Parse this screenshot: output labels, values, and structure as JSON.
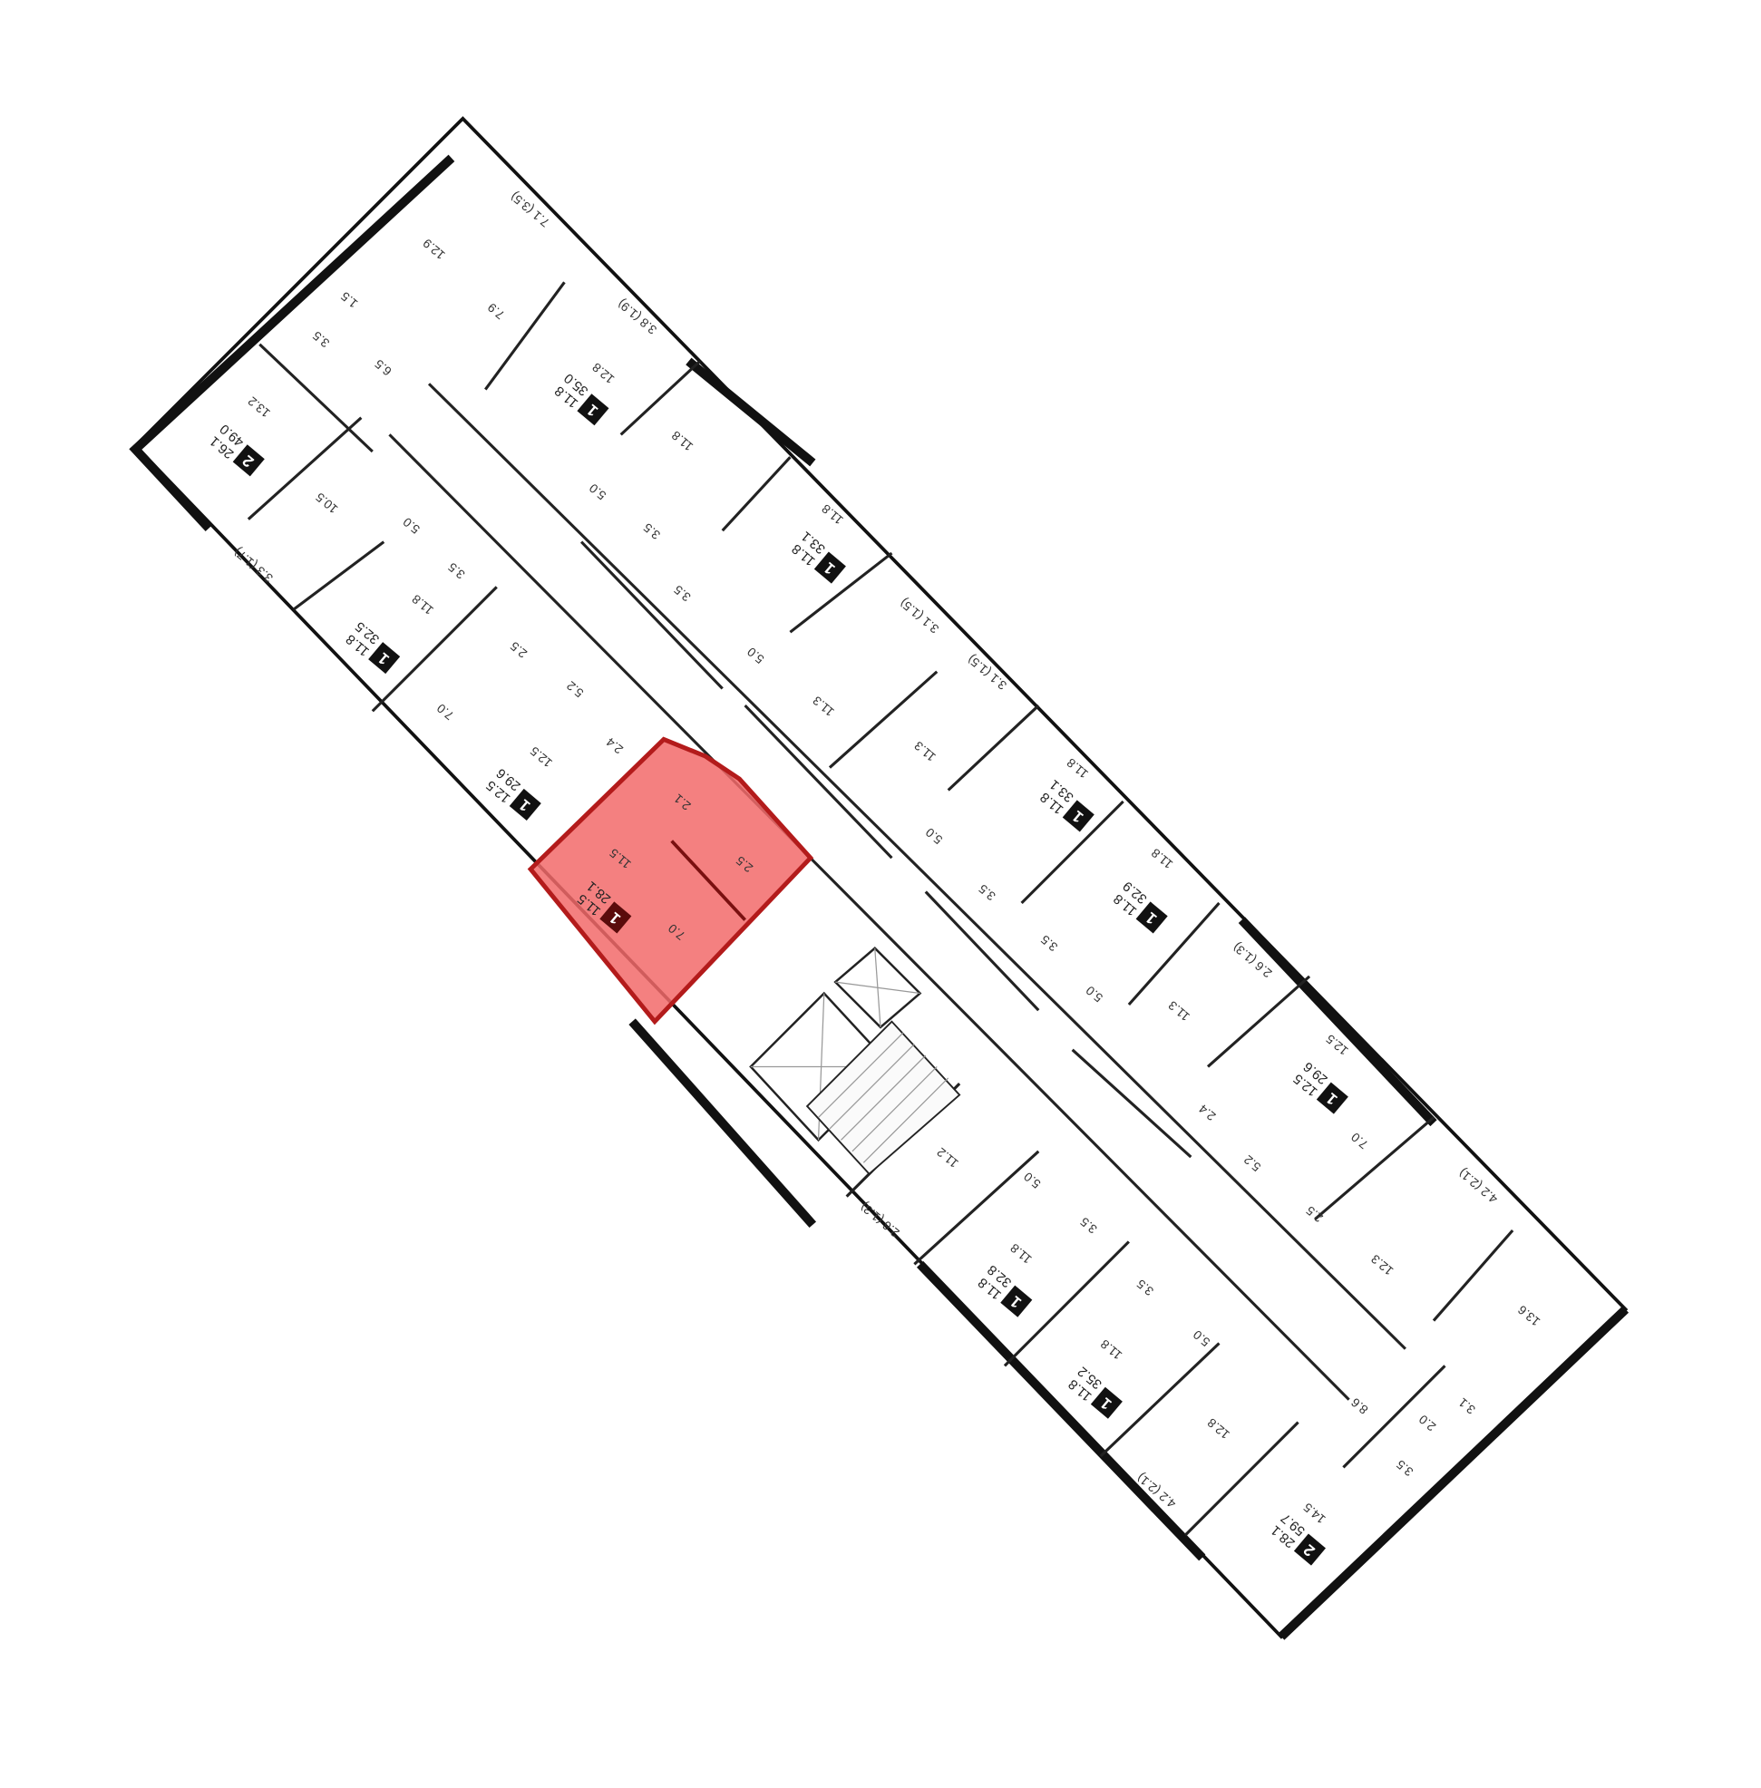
{
  "highlight_color": "#f26a6a",
  "apartments": [
    {
      "rooms": "2",
      "living": "26.1",
      "total": "49.0",
      "areas": [
        "13.2",
        "3.5",
        "1.5",
        "6.5",
        "12.9",
        "7.9",
        "7.1 (3.5)"
      ]
    },
    {
      "rooms": "1",
      "living": "11.8",
      "total": "35.0",
      "areas": [
        "12.8",
        "3.8 (1.9)"
      ]
    },
    {
      "rooms": "1",
      "living": "11.8",
      "total": "33.1",
      "areas": [
        "11.8",
        "11.8",
        "3.5",
        "5.0",
        "3.5",
        "5.0"
      ]
    },
    {
      "rooms": "1",
      "living": "11.8",
      "total": "32.5",
      "areas": [
        "10.5",
        "5.0",
        "3.5",
        "11.8",
        "3.3 (1.7)"
      ]
    },
    {
      "rooms": "1",
      "living": "12.5",
      "total": "29.6",
      "areas": [
        "7.0",
        "12.5",
        "2.5",
        "5.2",
        "2.4"
      ]
    },
    {
      "rooms": "1",
      "living": "11.5",
      "total": "28.1",
      "areas": [
        "11.5",
        "2.1",
        "2.5",
        "7.0"
      ],
      "highlighted": true
    },
    {
      "rooms": "1",
      "living": "11.8",
      "total": "33.1",
      "areas": [
        "11.3",
        "3.1 (1.5)",
        "11.3",
        "3.1 (1.5)",
        "11.8",
        "5.0",
        "3.5"
      ]
    },
    {
      "rooms": "1",
      "living": "11.8",
      "total": "32.9",
      "areas": [
        "11.8",
        "3.5",
        "5.0",
        "11.3",
        "2.6 (1.3)"
      ]
    },
    {
      "rooms": "1",
      "living": "12.5",
      "total": "29.6",
      "areas": [
        "12.5",
        "7.0",
        "2.4",
        "5.2",
        "2.5",
        "4.2 (2.1)"
      ]
    },
    {
      "rooms": "2",
      "living": "28.1",
      "total": "59.7",
      "areas": [
        "12.3",
        "13.6",
        "3.1",
        "2.0",
        "8.6",
        "3.5",
        "14.5"
      ]
    },
    {
      "rooms": "1",
      "living": "11.8",
      "total": "35.2",
      "areas": [
        "11.8",
        "12.8",
        "5.0",
        "4.2 (2.1)"
      ]
    },
    {
      "rooms": "1",
      "living": "11.8",
      "total": "32.8",
      "areas": [
        "11.8",
        "3.5",
        "3.5",
        "5.0",
        "11.2",
        "2.6 (1.3)"
      ]
    }
  ]
}
